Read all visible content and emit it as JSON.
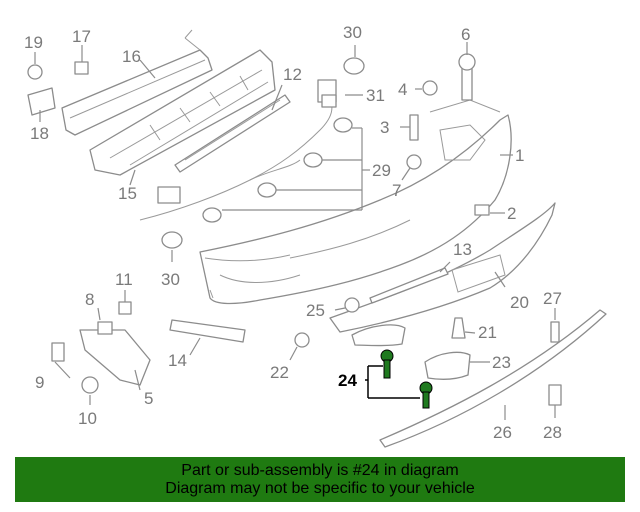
{
  "diagram": {
    "callouts": [
      "1",
      "2",
      "3",
      "4",
      "5",
      "6",
      "7",
      "8",
      "9",
      "10",
      "11",
      "12",
      "13",
      "14",
      "15",
      "16",
      "17",
      "18",
      "19",
      "20",
      "21",
      "22",
      "23",
      "24",
      "25",
      "26",
      "27",
      "28",
      "29",
      "30",
      "30",
      "31"
    ],
    "highlighted_part": "24"
  },
  "footer": {
    "line1": "Part or sub-assembly is #24 in diagram",
    "line2": "Diagram may not be specific to your vehicle",
    "background_color": "#1f7a11"
  }
}
